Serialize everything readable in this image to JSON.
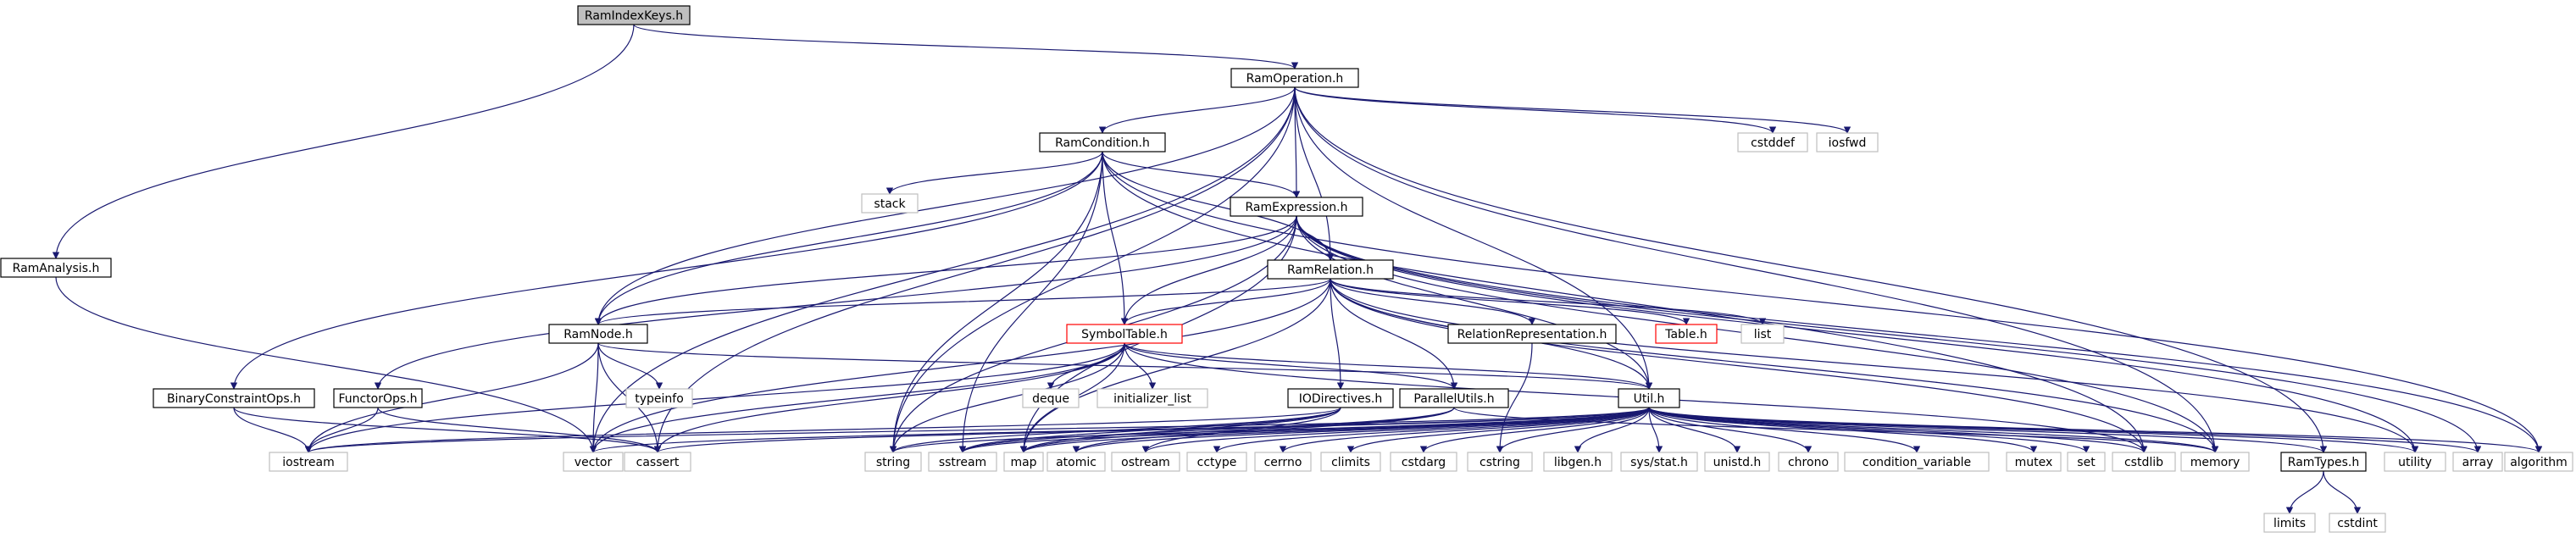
{
  "colors": {
    "edge": "#191970",
    "box_solid": "#000000",
    "box_light": "#bfbfbf",
    "box_missing": "#ff0000",
    "root_fill": "#bfbfbf",
    "text": "#000000"
  },
  "nodes": [
    {
      "id": "RamIndexKeys",
      "label": "RamIndexKeys.h",
      "style": "root"
    },
    {
      "id": "RamOperation",
      "label": "RamOperation.h",
      "style": "solid"
    },
    {
      "id": "RamAnalysis",
      "label": "RamAnalysis.h",
      "style": "solid"
    },
    {
      "id": "RamCondition",
      "label": "RamCondition.h",
      "style": "solid"
    },
    {
      "id": "cstddef",
      "label": "cstddef",
      "style": "light"
    },
    {
      "id": "iosfwd",
      "label": "iosfwd",
      "style": "light"
    },
    {
      "id": "stack",
      "label": "stack",
      "style": "light"
    },
    {
      "id": "RamExpression",
      "label": "RamExpression.h",
      "style": "solid"
    },
    {
      "id": "RamRelation",
      "label": "RamRelation.h",
      "style": "solid"
    },
    {
      "id": "RamNode",
      "label": "RamNode.h",
      "style": "solid"
    },
    {
      "id": "SymbolTable",
      "label": "SymbolTable.h",
      "style": "missing"
    },
    {
      "id": "RelationRepresentation",
      "label": "RelationRepresentation.h",
      "style": "solid"
    },
    {
      "id": "Table",
      "label": "Table.h",
      "style": "missing"
    },
    {
      "id": "list",
      "label": "list",
      "style": "light"
    },
    {
      "id": "BinaryConstraintOps",
      "label": "BinaryConstraintOps.h",
      "style": "solid"
    },
    {
      "id": "FunctorOps",
      "label": "FunctorOps.h",
      "style": "solid"
    },
    {
      "id": "typeinfo",
      "label": "typeinfo",
      "style": "light"
    },
    {
      "id": "deque",
      "label": "deque",
      "style": "light"
    },
    {
      "id": "initializer_list",
      "label": "initializer_list",
      "style": "light"
    },
    {
      "id": "IODirectives",
      "label": "IODirectives.h",
      "style": "solid"
    },
    {
      "id": "ParallelUtils",
      "label": "ParallelUtils.h",
      "style": "solid"
    },
    {
      "id": "Util",
      "label": "Util.h",
      "style": "solid"
    },
    {
      "id": "iostream",
      "label": "iostream",
      "style": "light"
    },
    {
      "id": "vector",
      "label": "vector",
      "style": "light"
    },
    {
      "id": "cassert",
      "label": "cassert",
      "style": "light"
    },
    {
      "id": "string",
      "label": "string",
      "style": "light"
    },
    {
      "id": "sstream",
      "label": "sstream",
      "style": "light"
    },
    {
      "id": "map",
      "label": "map",
      "style": "light"
    },
    {
      "id": "atomic",
      "label": "atomic",
      "style": "light"
    },
    {
      "id": "ostream",
      "label": "ostream",
      "style": "light"
    },
    {
      "id": "cctype",
      "label": "cctype",
      "style": "light"
    },
    {
      "id": "cerrno",
      "label": "cerrno",
      "style": "light"
    },
    {
      "id": "climits",
      "label": "climits",
      "style": "light"
    },
    {
      "id": "cstdarg",
      "label": "cstdarg",
      "style": "light"
    },
    {
      "id": "cstring",
      "label": "cstring",
      "style": "light"
    },
    {
      "id": "libgen",
      "label": "libgen.h",
      "style": "light"
    },
    {
      "id": "sysstat",
      "label": "sys/stat.h",
      "style": "light"
    },
    {
      "id": "unistd",
      "label": "unistd.h",
      "style": "light"
    },
    {
      "id": "chrono",
      "label": "chrono",
      "style": "light"
    },
    {
      "id": "condition_variable",
      "label": "condition_variable",
      "style": "light"
    },
    {
      "id": "mutex",
      "label": "mutex",
      "style": "light"
    },
    {
      "id": "set",
      "label": "set",
      "style": "light"
    },
    {
      "id": "cstdlib",
      "label": "cstdlib",
      "style": "light"
    },
    {
      "id": "memory",
      "label": "memory",
      "style": "light"
    },
    {
      "id": "RamTypes",
      "label": "RamTypes.h",
      "style": "solid"
    },
    {
      "id": "utility",
      "label": "utility",
      "style": "light"
    },
    {
      "id": "array",
      "label": "array",
      "style": "light"
    },
    {
      "id": "algorithm",
      "label": "algorithm",
      "style": "light"
    },
    {
      "id": "limits",
      "label": "limits",
      "style": "light"
    },
    {
      "id": "cstdint",
      "label": "cstdint",
      "style": "light"
    }
  ],
  "edges": [
    [
      "RamIndexKeys",
      "RamOperation"
    ],
    [
      "RamIndexKeys",
      "RamAnalysis"
    ],
    [
      "RamAnalysis",
      "vector"
    ],
    [
      "RamOperation",
      "RamCondition"
    ],
    [
      "RamOperation",
      "RamExpression"
    ],
    [
      "RamOperation",
      "RamRelation"
    ],
    [
      "RamOperation",
      "RamNode"
    ],
    [
      "RamOperation",
      "cstddef"
    ],
    [
      "RamOperation",
      "iosfwd"
    ],
    [
      "RamOperation",
      "memory"
    ],
    [
      "RamOperation",
      "RamTypes"
    ],
    [
      "RamOperation",
      "Util"
    ],
    [
      "RamOperation",
      "string"
    ],
    [
      "RamOperation",
      "cassert"
    ],
    [
      "RamOperation",
      "vector"
    ],
    [
      "RamCondition",
      "stack"
    ],
    [
      "RamCondition",
      "RamExpression"
    ],
    [
      "RamCondition",
      "RamRelation"
    ],
    [
      "RamCondition",
      "RamNode"
    ],
    [
      "RamCondition",
      "SymbolTable"
    ],
    [
      "RamCondition",
      "BinaryConstraintOps"
    ],
    [
      "RamCondition",
      "string"
    ],
    [
      "RamCondition",
      "sstream"
    ],
    [
      "RamCondition",
      "cstdlib"
    ],
    [
      "RamCondition",
      "algorithm"
    ],
    [
      "RamExpression",
      "RamRelation"
    ],
    [
      "RamExpression",
      "RamNode"
    ],
    [
      "RamExpression",
      "SymbolTable"
    ],
    [
      "RamExpression",
      "FunctorOps"
    ],
    [
      "RamExpression",
      "Util"
    ],
    [
      "RamExpression",
      "map"
    ],
    [
      "RamExpression",
      "string"
    ],
    [
      "RamExpression",
      "memory"
    ],
    [
      "RamExpression",
      "utility"
    ],
    [
      "RamExpression",
      "array"
    ],
    [
      "RamExpression",
      "algorithm"
    ],
    [
      "RamRelation",
      "RamNode"
    ],
    [
      "RamRelation",
      "SymbolTable"
    ],
    [
      "RamRelation",
      "RelationRepresentation"
    ],
    [
      "RamRelation",
      "Table"
    ],
    [
      "RamRelation",
      "list"
    ],
    [
      "RamRelation",
      "IODirectives"
    ],
    [
      "RamRelation",
      "ParallelUtils"
    ],
    [
      "RamRelation",
      "Util"
    ],
    [
      "RamRelation",
      "vector"
    ],
    [
      "RamRelation",
      "map"
    ],
    [
      "RamRelation",
      "cstdlib"
    ],
    [
      "RamRelation",
      "memory"
    ],
    [
      "RamRelation",
      "utility"
    ],
    [
      "RamNode",
      "typeinfo"
    ],
    [
      "RamNode",
      "vector"
    ],
    [
      "RamNode",
      "cassert"
    ],
    [
      "RamNode",
      "iostream"
    ],
    [
      "RamNode",
      "Util"
    ],
    [
      "SymbolTable",
      "deque"
    ],
    [
      "SymbolTable",
      "initializer_list"
    ],
    [
      "SymbolTable",
      "ParallelUtils"
    ],
    [
      "SymbolTable",
      "Util"
    ],
    [
      "SymbolTable",
      "iostream"
    ],
    [
      "SymbolTable",
      "cassert"
    ],
    [
      "SymbolTable",
      "string"
    ],
    [
      "SymbolTable",
      "vector"
    ],
    [
      "SymbolTable",
      "map"
    ],
    [
      "SymbolTable",
      "cstdlib"
    ],
    [
      "BinaryConstraintOps",
      "iostream"
    ],
    [
      "BinaryConstraintOps",
      "cassert"
    ],
    [
      "FunctorOps",
      "iostream"
    ],
    [
      "FunctorOps",
      "cassert"
    ],
    [
      "RelationRepresentation",
      "cstring"
    ],
    [
      "IODirectives",
      "map"
    ],
    [
      "IODirectives",
      "string"
    ],
    [
      "IODirectives",
      "sstream"
    ],
    [
      "IODirectives",
      "ostream"
    ],
    [
      "IODirectives",
      "iostream"
    ],
    [
      "ParallelUtils",
      "atomic"
    ],
    [
      "ParallelUtils",
      "map"
    ],
    [
      "ParallelUtils",
      "sstream"
    ],
    [
      "ParallelUtils",
      "memory"
    ],
    [
      "Util",
      "iostream"
    ],
    [
      "Util",
      "vector"
    ],
    [
      "Util",
      "cassert"
    ],
    [
      "Util",
      "string"
    ],
    [
      "Util",
      "sstream"
    ],
    [
      "Util",
      "map"
    ],
    [
      "Util",
      "atomic"
    ],
    [
      "Util",
      "ostream"
    ],
    [
      "Util",
      "cctype"
    ],
    [
      "Util",
      "cerrno"
    ],
    [
      "Util",
      "climits"
    ],
    [
      "Util",
      "cstdarg"
    ],
    [
      "Util",
      "cstring"
    ],
    [
      "Util",
      "libgen"
    ],
    [
      "Util",
      "sysstat"
    ],
    [
      "Util",
      "unistd"
    ],
    [
      "Util",
      "chrono"
    ],
    [
      "Util",
      "condition_variable"
    ],
    [
      "Util",
      "mutex"
    ],
    [
      "Util",
      "set"
    ],
    [
      "Util",
      "cstdlib"
    ],
    [
      "Util",
      "memory"
    ],
    [
      "Util",
      "RamTypes"
    ],
    [
      "Util",
      "utility"
    ],
    [
      "Util",
      "array"
    ],
    [
      "Util",
      "algorithm"
    ],
    [
      "RamTypes",
      "limits"
    ],
    [
      "RamTypes",
      "cstdint"
    ]
  ]
}
